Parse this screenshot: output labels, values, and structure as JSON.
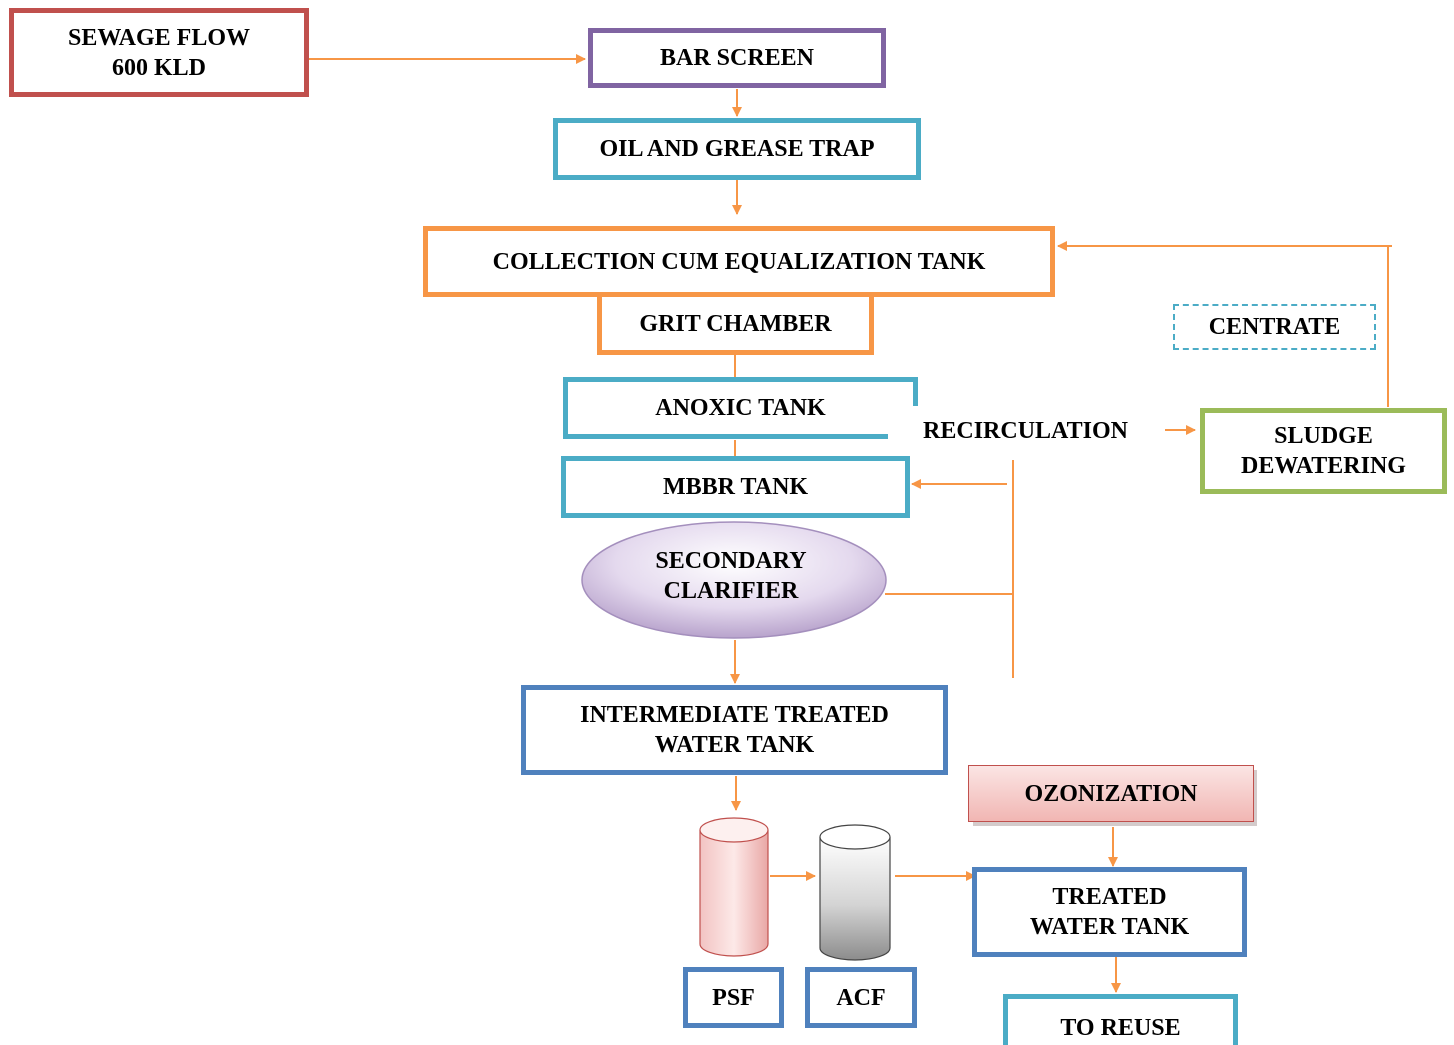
{
  "nodes": {
    "sewage_flow": "SEWAGE FLOW\n600 KLD",
    "bar_screen": "BAR SCREEN",
    "oil_grease_trap": "OIL AND GREASE TRAP",
    "collection_tank": "COLLECTION CUM EQUALIZATION TANK",
    "grit_chamber": "GRIT CHAMBER",
    "centrate": "CENTRATE",
    "anoxic_tank": "ANOXIC TANK",
    "recirculation": "RECIRCULATION",
    "sludge_dewatering": "SLUDGE\nDEWATERING",
    "mbbr_tank": "MBBR TANK",
    "secondary_clarifier": "SECONDARY\nCLARIFIER",
    "intermediate_tank": "INTERMEDIATE TREATED\nWATER TANK",
    "ozonization": "OZONIZATION",
    "psf": "PSF",
    "acf": "ACF",
    "treated_water_tank": "TREATED\nWATER TANK",
    "to_reuse": "TO REUSE"
  },
  "colors": {
    "arrow": "#F79646",
    "red": "#C0504D",
    "purple": "#8064A2",
    "teal": "#4BACC6",
    "orange": "#F79646",
    "green": "#9BBB59",
    "blue": "#4F81BD"
  }
}
